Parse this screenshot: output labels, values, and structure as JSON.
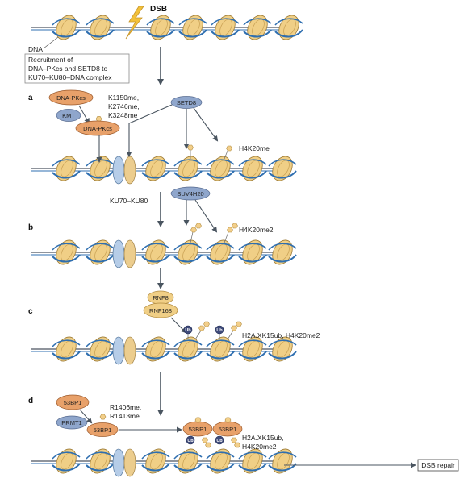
{
  "labels": {
    "dsb": "DSB",
    "dna": "DNA",
    "recruit_line1": "Recruitment of",
    "recruit_line2": "DNA–PKcs and SETD8 to",
    "recruit_line3": "KU70–KU80–DNA complex",
    "step_a": "a",
    "step_b": "b",
    "step_c": "c",
    "step_d": "d",
    "dnapkcs": "DNA-PKcs",
    "kmt": "KMT",
    "k_mod_1": "K1150me,",
    "k_mod_2": "K2746me,",
    "k_mod_3": "K3248me",
    "setd8": "SETD8",
    "h4k20me": "H4K20me",
    "ku": "KU70–KU80",
    "suv4h20": "SUV4H20",
    "h4k20me2": "H4K20me2",
    "rnf8": "RNF8",
    "rnf168": "RNF168",
    "h2a_mark": "H2A.XK15ub, H4K20me2",
    "ub": "Ub",
    "bp53": "53BP1",
    "prmt1": "PRMT1",
    "r_mod_1": "R1406me,",
    "r_mod_2": "R1413me",
    "h2a_mark_d1": "H2A.XK15ub,",
    "h2a_mark_d2": "H4K20me2",
    "dsb_repair": "DSB repair"
  },
  "colors": {
    "orange": "#e8a16a",
    "orange_stroke": "#9c5a2c",
    "blue": "#8fa6cc",
    "blue_stroke": "#55698e",
    "hex": "#f3cf8a",
    "hex_stroke": "#b18b3f",
    "nucleosome": "#f0cf86",
    "dna_blue": "#2f6fb0",
    "ub_dark": "#3f4b7a",
    "ku_blue": "#b6cde8",
    "ku_tan": "#eccd8e",
    "arrow": "#4a5560",
    "bolt": "#f2c13a"
  },
  "icons": [
    "lightning-bolt-icon",
    "nucleosome-icon",
    "hexagon-methyl-icon",
    "ubiquitin-icon",
    "arrow-icon"
  ]
}
